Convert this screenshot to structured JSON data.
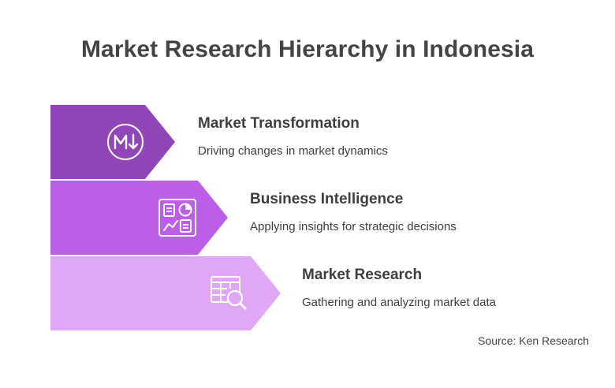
{
  "title": "Market Research Hierarchy in Indonesia",
  "tiers": [
    {
      "heading": "Market Transformation",
      "description": "Driving changes in market dynamics",
      "icon": "m-down-arrow-circle-icon",
      "color": "#9146b8"
    },
    {
      "heading": "Business Intelligence",
      "description": "Applying insights for strategic decisions",
      "icon": "dashboard-icon",
      "color": "#bc5ee8"
    },
    {
      "heading": "Market Research",
      "description": "Gathering and analyzing market data",
      "icon": "table-search-icon",
      "color": "#dfa7f6"
    }
  ],
  "source": "Source: Ken Research"
}
